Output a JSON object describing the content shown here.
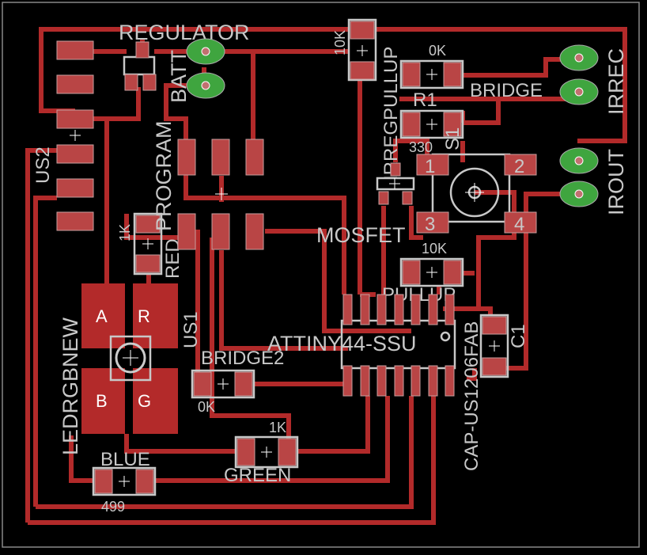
{
  "colors": {
    "trace": "#b22a2a",
    "pad": "#b94545",
    "silkscreen": "#c8c8c8",
    "through_hole": "#3fa53f",
    "background": "#000000"
  },
  "components": {
    "regulator": {
      "name": "REGULATOR"
    },
    "batt": {
      "name": "BATT"
    },
    "irregpullup": {
      "name": "IRREGPULLUP",
      "value": "10K"
    },
    "bridge": {
      "name": "BRIDGE",
      "value": "0K"
    },
    "r1": {
      "name": "R1",
      "value": "330"
    },
    "s1": {
      "name": "S1",
      "pins": [
        "1",
        "2",
        "3",
        "4"
      ]
    },
    "irreg": {
      "name": "IRREG"
    },
    "mosfet": {
      "name": "MOSFET"
    },
    "pullup": {
      "name": "PULLUP",
      "value": "10K"
    },
    "mcu": {
      "name": "ATTINY44-SSU"
    },
    "c1": {
      "name": "C1",
      "value": "CAP-US1206FAB"
    },
    "bridge2": {
      "name": "BRIDGE2",
      "value": "0K"
    },
    "green": {
      "name": "GREEN",
      "value": "1K"
    },
    "blue": {
      "name": "BLUE",
      "value": "499"
    },
    "red": {
      "name": "RED",
      "value": "1K"
    },
    "led": {
      "name": "LEDRGBNEW",
      "pads": [
        "A",
        "R",
        "B",
        "G"
      ]
    },
    "us1": {
      "name": "US1"
    },
    "us2": {
      "name": "US2"
    },
    "program": {
      "name": "PROGRAM"
    },
    "irrec": {
      "name": "IRREC"
    },
    "irout": {
      "name": "IROUT"
    }
  }
}
